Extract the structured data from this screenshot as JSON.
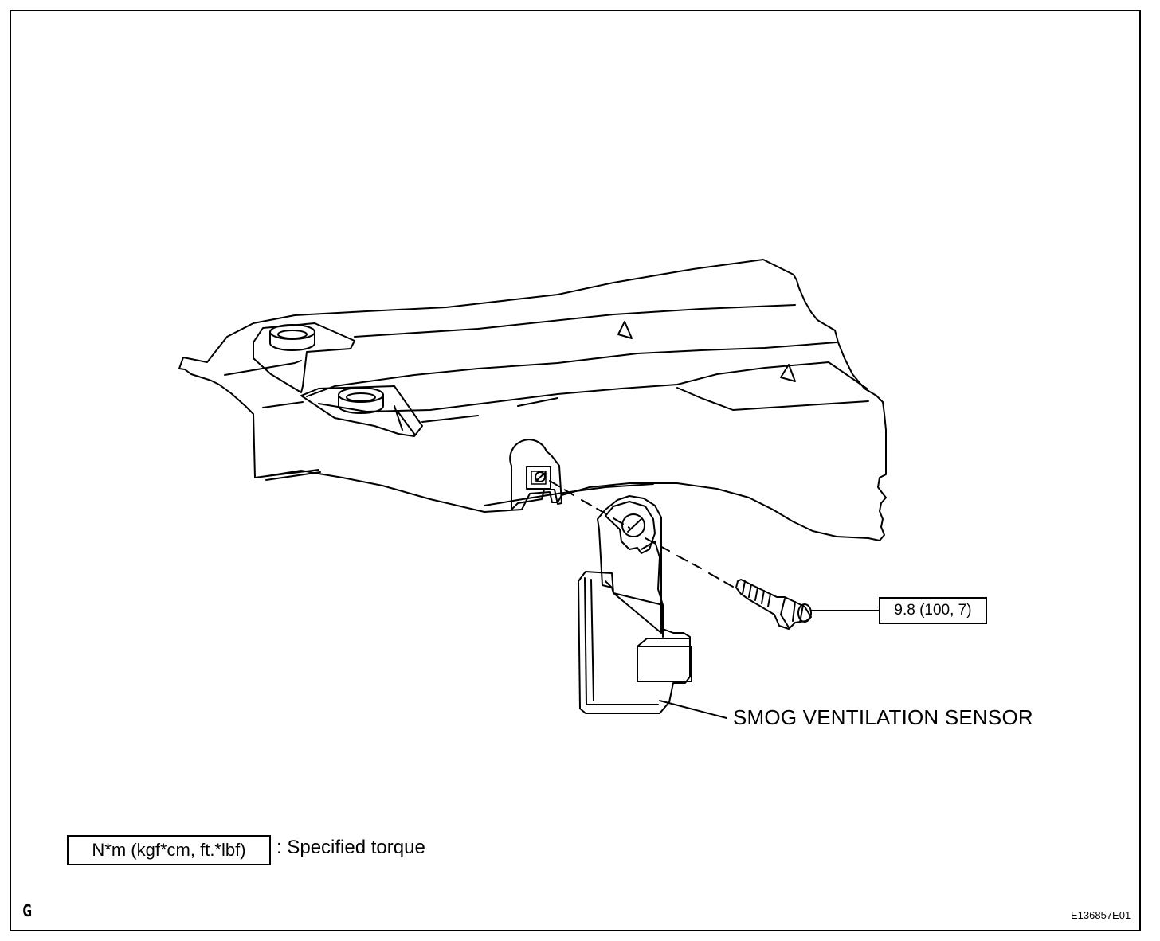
{
  "torque_callout": {
    "value_text": "9.8 (100, 7)"
  },
  "parts": {
    "sensor_label": "SMOG VENTILATION SENSOR"
  },
  "legend": {
    "box_text": "N*m (kgf*cm, ft.*lbf)",
    "description": ": Specified torque"
  },
  "footer": {
    "corner_letter": "G",
    "figure_id": "E136857E01"
  },
  "colors": {
    "line": "#000000",
    "background": "#ffffff"
  }
}
